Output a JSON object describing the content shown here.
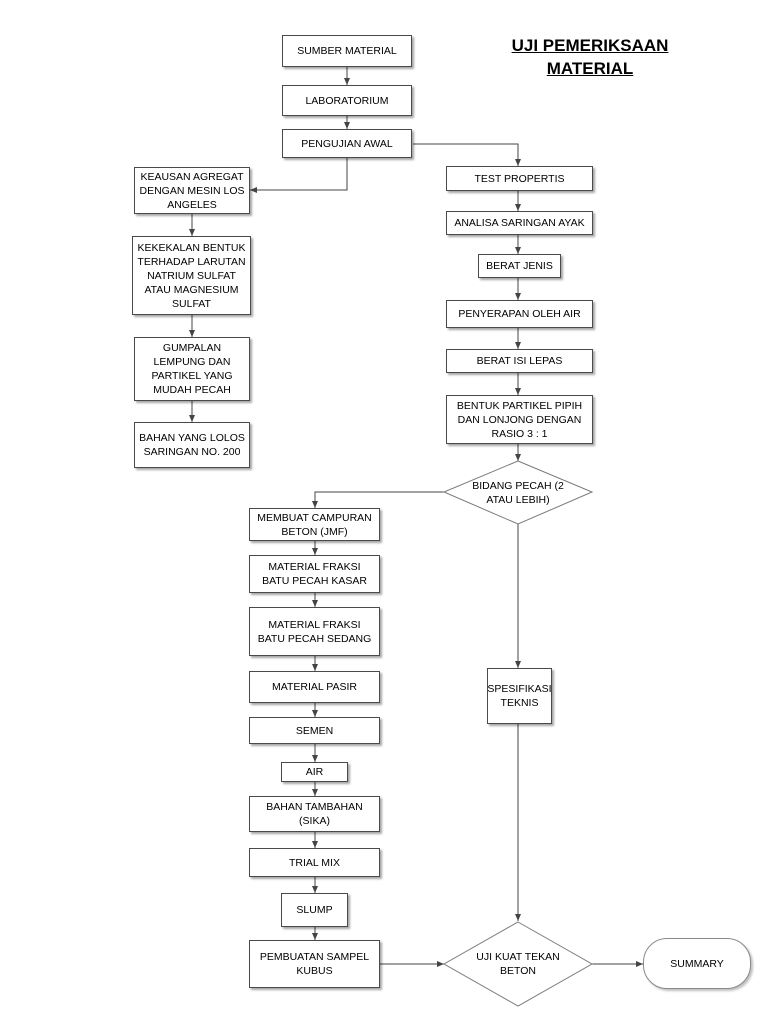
{
  "title": {
    "line1": "UJI PEMERIKSAAN",
    "line2": "MATERIAL"
  },
  "nodes": {
    "sumber": "SUMBER MATERIAL",
    "lab": "LABORATORIUM",
    "awal": "PENGUJIAN AWAL",
    "keausan": "KEAUSAN AGREGAT DENGAN MESIN LOS ANGELES",
    "kekekalan": "KEKEKALAN BENTUK TERHADAP LARUTAN NATRIUM SULFAT ATAU MAGNESIUM SULFAT",
    "gumpalan": "GUMPALAN LEMPUNG DAN PARTIKEL YANG MUDAH PECAH",
    "lolos": "BAHAN YANG LOLOS SARINGAN NO. 200",
    "test": "TEST PROPERTIS",
    "analisa": "ANALISA SARINGAN AYAK",
    "beratjenis": "BERAT JENIS",
    "penyerapan": "PENYERAPAN OLEH AIR",
    "beratisi": "BERAT ISI LEPAS",
    "bentuk": "BENTUK PARTIKEL PIPIH DAN LONJONG DENGAN RASIO 3 : 1",
    "bidang": "BIDANG PECAH (2 ATAU LEBIH)",
    "spesifikasi": "SPESIFIKASI TEKNIS",
    "campuran": "MEMBUAT CAMPURAN BETON (JMF)",
    "kasar": "MATERIAL FRAKSI BATU PECAH KASAR",
    "sedang": "MATERIAL FRAKSI BATU PECAH SEDANG",
    "pasir": "MATERIAL PASIR",
    "semen": "SEMEN",
    "air": "AIR",
    "tambahan": "BAHAN TAMBAHAN (SIKA)",
    "trial": "TRIAL MIX",
    "slump": "SLUMP",
    "sampel": "PEMBUATAN SAMPEL KUBUS",
    "kuat": "UJI KUAT TEKAN BETON",
    "summary": "SUMMARY"
  }
}
